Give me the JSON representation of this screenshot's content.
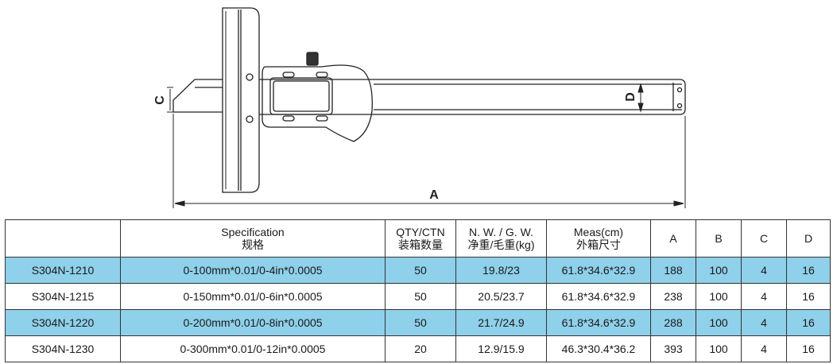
{
  "drawing": {
    "dim_a": "A",
    "dim_c": "C",
    "dim_d": "D"
  },
  "table": {
    "headers": [
      {
        "line1": "",
        "line2": ""
      },
      {
        "line1": "Specification",
        "line2": "规格"
      },
      {
        "line1": "QTY/CTN",
        "line2": "装箱数量"
      },
      {
        "line1": "N. W. / G. W.",
        "line2": "净重/毛重(kg)"
      },
      {
        "line1": "Meas(cm)",
        "line2": "外箱尺寸"
      },
      {
        "line1": "A",
        "line2": ""
      },
      {
        "line1": "B",
        "line2": ""
      },
      {
        "line1": "C",
        "line2": ""
      },
      {
        "line1": "D",
        "line2": ""
      }
    ],
    "rows": [
      {
        "model": "S304N-1210",
        "spec": "0-100mm*0.01/0-4in*0.0005",
        "qty": "50",
        "weight": "19.8/23",
        "meas": "61.8*34.6*32.9",
        "a": "188",
        "b": "100",
        "c": "4",
        "d": "16",
        "highlight": true
      },
      {
        "model": "S304N-1215",
        "spec": "0-150mm*0.01/0-6in*0.0005",
        "qty": "50",
        "weight": "20.5/23.7",
        "meas": "61.8*34.6*32.9",
        "a": "238",
        "b": "100",
        "c": "4",
        "d": "16",
        "highlight": false
      },
      {
        "model": "S304N-1220",
        "spec": "0-200mm*0.01/0-8in*0.0005",
        "qty": "50",
        "weight": "21.7/24.9",
        "meas": "61.8*34.6*32.9",
        "a": "288",
        "b": "100",
        "c": "4",
        "d": "16",
        "highlight": true
      },
      {
        "model": "S304N-1230",
        "spec": "0-300mm*0.01/0-12in*0.0005",
        "qty": "20",
        "weight": "12.9/15.9",
        "meas": "46.3*30.4*36.2",
        "a": "393",
        "b": "100",
        "c": "4",
        "d": "16",
        "highlight": false
      }
    ],
    "highlight_color": "#8fd0ea"
  }
}
